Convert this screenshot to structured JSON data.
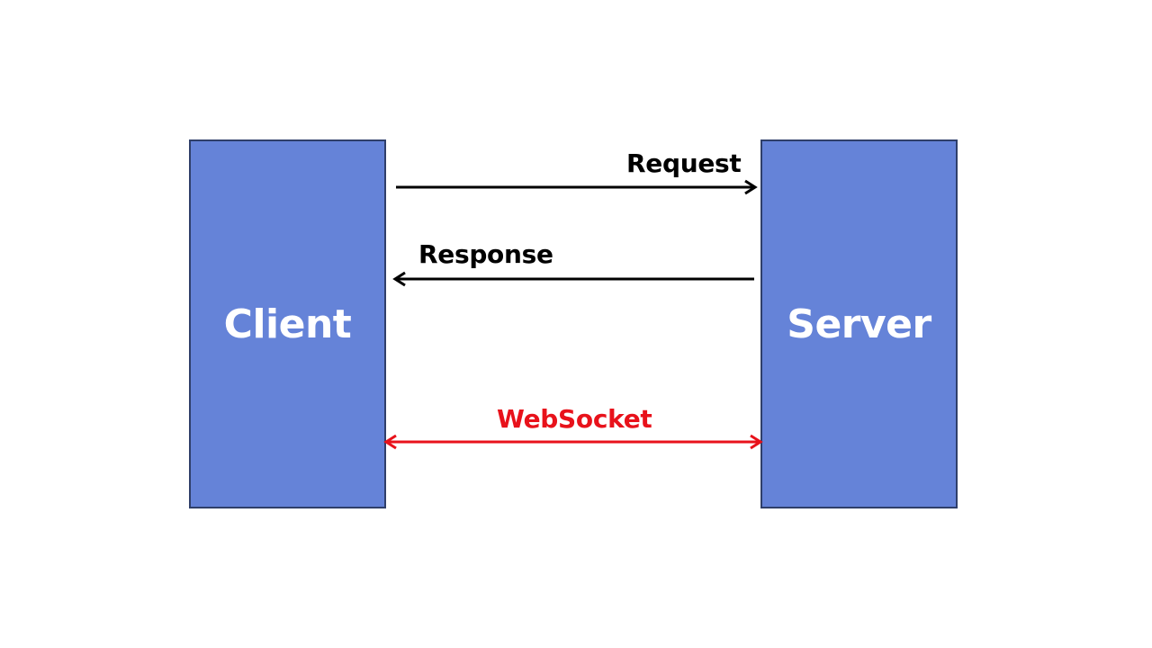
{
  "diagram": {
    "nodes": {
      "client": {
        "label": "Client"
      },
      "server": {
        "label": "Server"
      }
    },
    "edges": {
      "request": {
        "label": "Request",
        "from": "Client",
        "to": "Server"
      },
      "response": {
        "label": "Response",
        "from": "Server",
        "to": "Client"
      },
      "websocket": {
        "label": "WebSocket",
        "between": [
          "Client",
          "Server"
        ],
        "bidirectional": true
      }
    }
  },
  "colors": {
    "node_fill": "#6583d8",
    "node_border": "#2f3f6a",
    "node_text": "#ffffff",
    "arrow": "#000000",
    "websocket": "#e8121b",
    "background": "#ffffff"
  }
}
